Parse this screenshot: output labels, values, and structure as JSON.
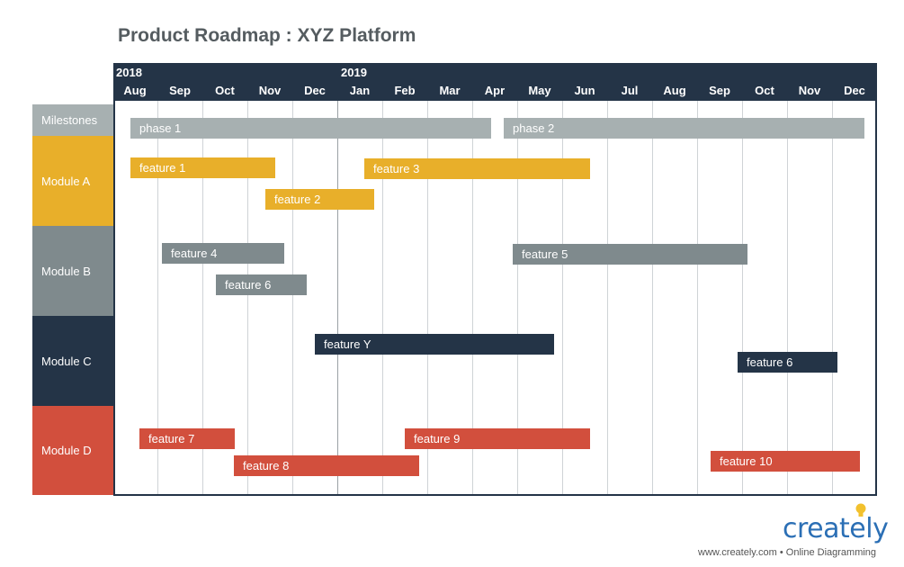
{
  "title": "Product Roadmap : XYZ Platform",
  "timeline": {
    "years": [
      "2018",
      "2019"
    ],
    "months": [
      "Aug",
      "Sep",
      "Oct",
      "Nov",
      "Dec",
      "Jan",
      "Feb",
      "Mar",
      "Apr",
      "May",
      "Jun",
      "Jul",
      "Aug",
      "Sep",
      "Oct",
      "Nov",
      "Dec"
    ]
  },
  "rows": [
    {
      "label": "Milestones",
      "color": "#a7b0b1"
    },
    {
      "label": "Module A",
      "color": "#e8af2a"
    },
    {
      "label": "Module B",
      "color": "#7f8a8d"
    },
    {
      "label": "Module C",
      "color": "#243447"
    },
    {
      "label": "Module D",
      "color": "#d24f3d"
    }
  ],
  "bars": [
    {
      "label": "phase 1",
      "row": "Milestones"
    },
    {
      "label": "phase 2",
      "row": "Milestones"
    },
    {
      "label": "feature 1",
      "row": "Module A"
    },
    {
      "label": "feature 3",
      "row": "Module A"
    },
    {
      "label": "feature 2",
      "row": "Module A"
    },
    {
      "label": "feature 4",
      "row": "Module B"
    },
    {
      "label": "feature 5",
      "row": "Module B"
    },
    {
      "label": "feature 6",
      "row": "Module B"
    },
    {
      "label": "feature Y",
      "row": "Module C"
    },
    {
      "label": "feature 6",
      "row": "Module C"
    },
    {
      "label": "feature 7",
      "row": "Module D"
    },
    {
      "label": "feature 9",
      "row": "Module D"
    },
    {
      "label": "feature 8",
      "row": "Module D"
    },
    {
      "label": "feature 10",
      "row": "Module D"
    }
  ],
  "brand": {
    "logo": "creately",
    "tagline": "www.creately.com • Online Diagramming",
    "colors": {
      "header": "#243447",
      "logo": "#2b6fb5",
      "bulb": "#f2c12e"
    }
  }
}
